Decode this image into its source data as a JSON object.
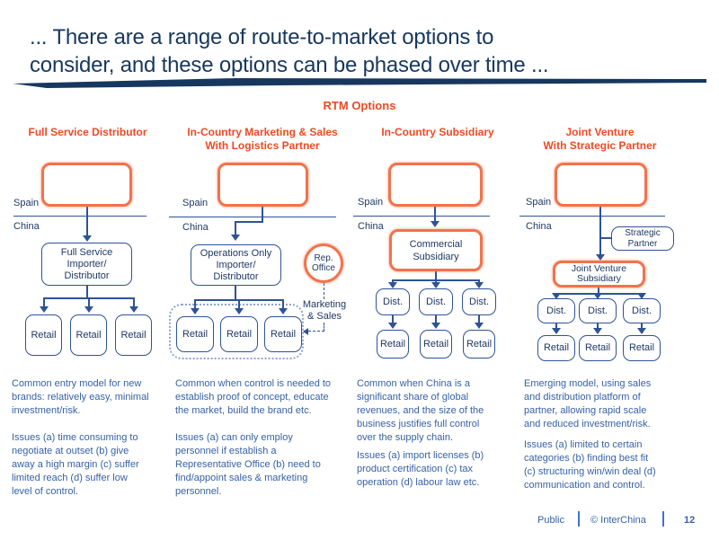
{
  "slide": {
    "title_line1": "... There are a range of route-to-market options to",
    "title_line2": "consider, and these options can be phased over time ...",
    "section_heading": "RTM Options"
  },
  "columns": [
    {
      "header": "Full Service Distributor",
      "origin_label": "Spain",
      "dest_label": "China",
      "main_box": "Full Service\nImporter/\nDistributor",
      "retail": [
        "Retail",
        "Retail",
        "Retail"
      ],
      "para1": "Common entry model for new\nbrands: relatively easy, minimal\ninvestment/risk.",
      "para2": "Issues (a) time consuming to\nnegotiate at outset (b) give\naway a high margin (c) suffer\nlimited reach (d) suffer low\nlevel of control."
    },
    {
      "header": "In-Country Marketing & Sales\nWith Logistics Partner",
      "origin_label": "Spain",
      "dest_label": "China",
      "main_box": "Operations Only\nImporter/\nDistributor",
      "rep_office": "Rep.\nOffice",
      "side_label": "Marketing\n& Sales",
      "retail": [
        "Retail",
        "Retail",
        "Retail"
      ],
      "para1": "Common when control is needed to\nestablish proof of concept, educate\nthe market, build the brand etc.",
      "para2": "Issues (a) can only employ\npersonnel if establish a\nRepresentative Office (b) need to\nfind/appoint sales & marketing\npersonnel."
    },
    {
      "header": "In-Country Subsidiary",
      "origin_label": "Spain",
      "dest_label": "China",
      "main_box": "Commercial\nSubsidiary",
      "dist": [
        "Dist.",
        "Dist.",
        "Dist."
      ],
      "retail": [
        "Retail",
        "Retail",
        "Retail"
      ],
      "para1": "Common when China is a\nsignificant share of global\nrevenues, and the size of the\nbusiness justifies full control\nover the supply chain.",
      "para2": "Issues (a) import licenses (b)\nproduct certification (c) tax\noperation (d) labour law etc."
    },
    {
      "header": "Joint Venture\nWith Strategic Partner",
      "origin_label": "Spain",
      "dest_label": "China",
      "partner_box": "Strategic\nPartner",
      "main_box": "Joint Venture\nSubsidiary",
      "dist": [
        "Dist.",
        "Dist.",
        "Dist."
      ],
      "retail": [
        "Retail",
        "Retail",
        "Retail"
      ],
      "para1": "Emerging model, using sales\nand distribution platform of\npartner, allowing rapid scale\nand reduced investment/risk.",
      "para2": "Issues (a) limited to certain\ncategories (b) finding best fit\n(c) structuring win/win deal (d)\ncommunication and control."
    }
  ],
  "footer": {
    "classification": "Public",
    "copyright": "© InterChina",
    "page_number": "12"
  },
  "colors": {
    "accent_orange": "#F3724B",
    "heading_orange_red": "#EE4A21",
    "title_navy": "#17375E",
    "diagram_navy": "#1F3864",
    "line_blue": "#2E5395",
    "body_blue": "#3661A5"
  }
}
